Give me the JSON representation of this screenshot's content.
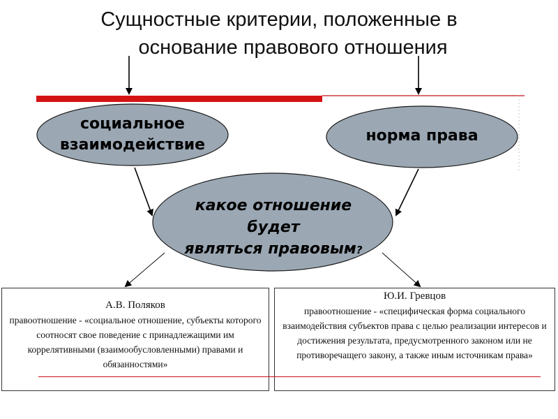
{
  "slide": {
    "title_line1": "Сущностные критерии, положенные в",
    "title_line2": "основание правового отношения"
  },
  "nodes": {
    "social": {
      "line1": "социальное",
      "line2": "взаимодействие"
    },
    "norm": {
      "label": "норма права"
    },
    "center": {
      "line1": "какое отношение",
      "line2": "будет",
      "line3": "являться правовым",
      "qmark": "?"
    }
  },
  "definitions": {
    "left": {
      "author": "А.В. Поляков",
      "text": "правоотношение - «социальное отношение, субъекты которого соотносят свое поведение с принадлежащими им коррелятивными (взаимообусловленными) правами и обязанностями»"
    },
    "right": {
      "author": "Ю.И. Гревцов",
      "text": "правоотношение - «специфическая форма социального взаимодействия субъектов права с целью реализации интересов и достижения результата, предусмотренного законом или не противоречащего закону, а также иным источникам права»"
    }
  },
  "colors": {
    "ellipse_fill": "#9ba7b3",
    "red_accent": "#c8101e"
  }
}
